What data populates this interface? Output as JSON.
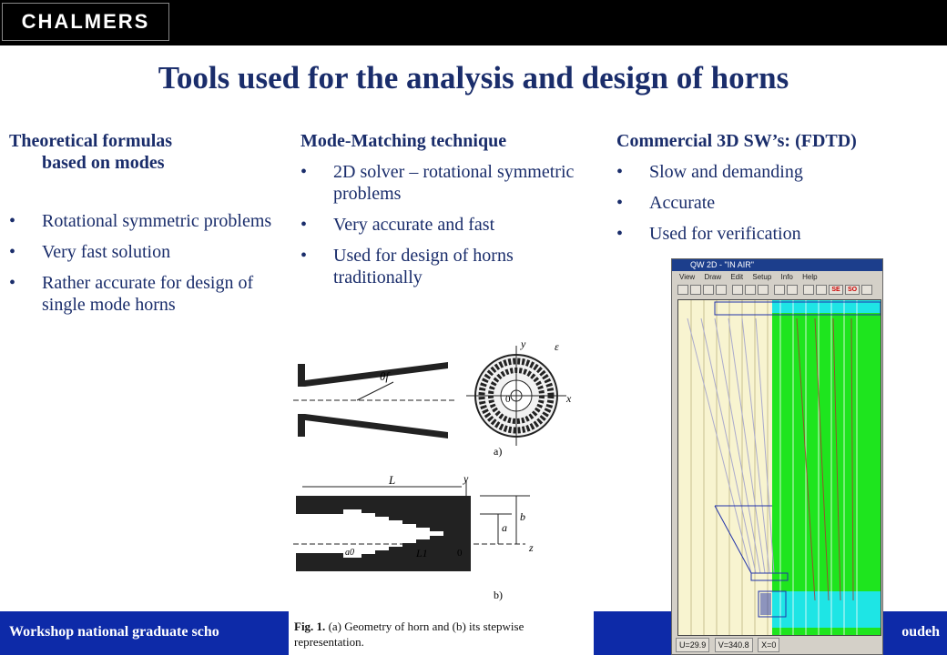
{
  "logo": "CHALMERS",
  "title": "Tools used for the analysis and design of horns",
  "col1": {
    "heading_line1": "Theoretical formulas",
    "heading_line2": "based on modes",
    "items": [
      "Rotational symmetric problems",
      "Very fast solution",
      "Rather accurate for design of single mode horns"
    ]
  },
  "col2": {
    "heading": "Mode-Matching technique",
    "items": [
      "2D solver – rotational symmetric problems",
      "Very accurate and fast",
      "Used for design of horns traditionally"
    ]
  },
  "col3": {
    "heading": "Commercial 3D SW’s: (FDTD)",
    "items": [
      "Slow and demanding",
      "Accurate",
      "Used for verification"
    ]
  },
  "figure": {
    "label_a": "a)",
    "label_b": "b)",
    "caption_bold": "Fig. 1.",
    "caption_text": "(a) Geometry of horn and (b) its stepwise representation.",
    "sym_y": "y",
    "sym_eps": "ε",
    "sym_theta": "θf",
    "sym_x": "x",
    "sym_o": "0",
    "sym_L": "L",
    "sym_L1": "L1",
    "sym_a": "a",
    "sym_b": "b",
    "sym_a0": "a0",
    "sym_z": "z",
    "sym_0b": "0"
  },
  "sim_window": {
    "title": "QW 2D - \"IN AIR\"",
    "menu": [
      "View",
      "Draw",
      "Edit",
      "Setup",
      "Info",
      "Help"
    ],
    "status": [
      "U=29.9",
      "V=340.8",
      "X=0"
    ],
    "toolbar_se": "SE",
    "toolbar_so": "SO"
  },
  "footer": {
    "left": "Workshop national graduate scho",
    "right": "oudeh"
  }
}
